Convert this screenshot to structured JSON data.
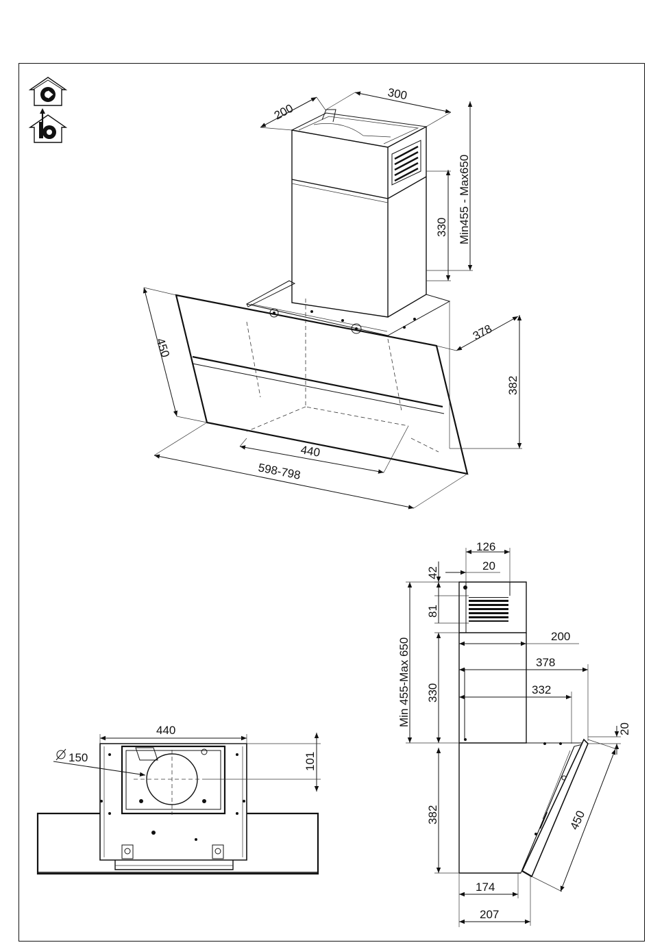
{
  "icons": [
    {
      "name": "extraction-mode-icon",
      "glyph": "e"
    },
    {
      "name": "recirculation-mode-icon",
      "glyph": "b"
    }
  ],
  "dimensions": {
    "iso": {
      "chimney_depth": "200",
      "chimney_width": "300",
      "chimney_upper_height": "330",
      "chimney_range": "Min455  -  Max650",
      "hood_depth": "378",
      "hood_height": "382",
      "glass_length": "450",
      "body_width": "440",
      "total_width": "598-798"
    },
    "bottom": {
      "width": "440",
      "duct_diameter": "150",
      "duct_offset": "101"
    },
    "side": {
      "top_width": "126",
      "top_gap": "20",
      "top_offset": "42",
      "vent_height": "81",
      "chimney_range": "Min  455-Max  650",
      "chimney_lower": "330",
      "chimney_depth": "200",
      "hood_depth": "378",
      "frame_depth": "332",
      "glass_gap": "20",
      "glass_length": "450",
      "hood_height": "382",
      "bottom_depth": "174",
      "total_depth": "207"
    }
  }
}
